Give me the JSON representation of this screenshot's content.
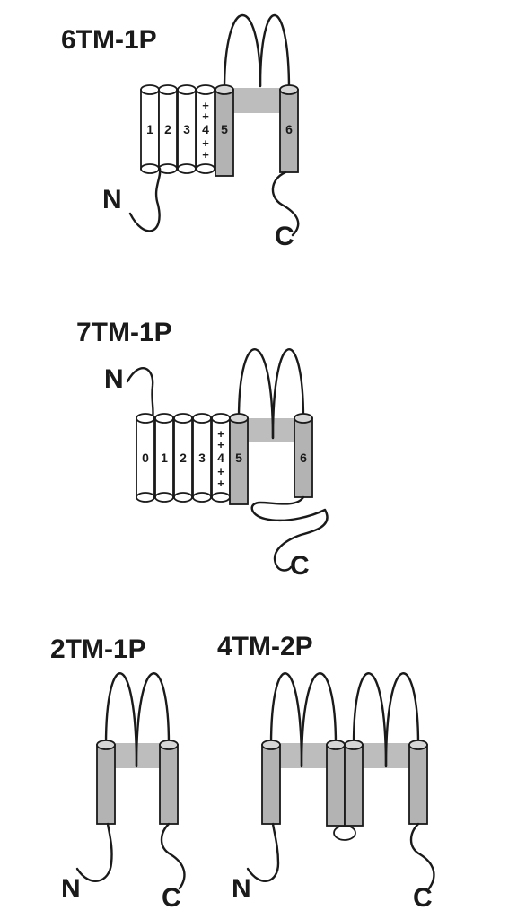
{
  "diagrams": [
    {
      "id": "6tm-1p",
      "title": "6TM-1P",
      "n_label": "N",
      "c_label": "C",
      "helices": [
        {
          "label": "1",
          "type": "white",
          "plus": false
        },
        {
          "label": "2",
          "type": "white",
          "plus": false
        },
        {
          "label": "3",
          "type": "white",
          "plus": false
        },
        {
          "label": "4",
          "type": "white",
          "plus": true
        },
        {
          "label": "5",
          "type": "gray",
          "plus": false
        },
        {
          "label": "6",
          "type": "gray",
          "plus": false
        }
      ]
    },
    {
      "id": "7tm-1p",
      "title": "7TM-1P",
      "n_label": "N",
      "c_label": "C",
      "helices": [
        {
          "label": "0",
          "type": "white",
          "plus": false
        },
        {
          "label": "1",
          "type": "white",
          "plus": false
        },
        {
          "label": "2",
          "type": "white",
          "plus": false
        },
        {
          "label": "3",
          "type": "white",
          "plus": false
        },
        {
          "label": "4",
          "type": "white",
          "plus": true
        },
        {
          "label": "5",
          "type": "gray",
          "plus": false
        },
        {
          "label": "6",
          "type": "gray",
          "plus": false
        }
      ]
    },
    {
      "id": "2tm-1p",
      "title": "2TM-1P",
      "n_label": "N",
      "c_label": "C",
      "helices": []
    },
    {
      "id": "4tm-2p",
      "title": "4TM-2P",
      "n_label": "N",
      "c_label": "C",
      "helices": []
    }
  ],
  "plus_sign": "+",
  "colors": {
    "line": "#1a1a1a",
    "helix_gray": "#b3b3b3",
    "pore_gray": "#bdbdbd",
    "background": "#ffffff"
  }
}
